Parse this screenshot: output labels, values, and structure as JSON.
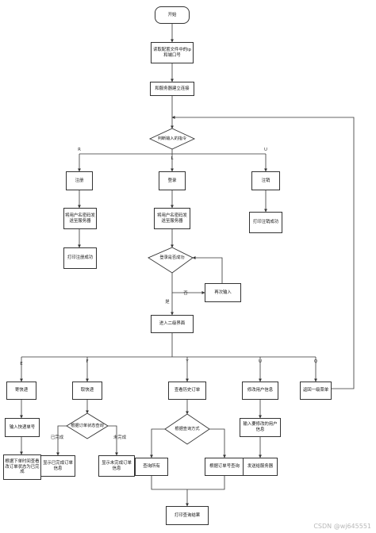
{
  "nodes": {
    "start": "开始",
    "read_config": "读取配置文件中的ip和端口号",
    "connect": "和服务器建立连接",
    "cmd": "判断输入的指令",
    "register": "注册",
    "send_reg": "将用户名密码发送至服务器",
    "print_reg": "打印注册成功",
    "login": "登录",
    "send_login": "将用户名密码发送至服务器",
    "login_ok": "登录是否成功",
    "retry": "再次输入",
    "logout": "注销",
    "print_logout": "打印注销成功",
    "enter_menu": "进入二级界面",
    "express": "寄快递",
    "input_no": "输入快递单号",
    "deliver": "根据下单时间查看改订单状态为已完成",
    "pickup": "取快递",
    "by_status": "根据订单状态查询",
    "show_done": "显示已完成订单信息",
    "show_undone": "显示未完成订单信息",
    "history": "查看历史订单",
    "by_query": "根据查询方式",
    "query_all": "查询所有",
    "query_no": "根据订单号查询",
    "modify": "修改用户信息",
    "input_new": "输入要修改的用户信息",
    "send_srv": "发送给服务器",
    "back": "返回一级菜单",
    "print_result": "打印查询结果"
  },
  "edge_labels": {
    "r": "R",
    "l": "L",
    "u": "U",
    "no": "否",
    "yes": "是",
    "e": "E",
    "f": "F",
    "y": "Y",
    "u2": "U",
    "q": "Q",
    "done": "已完成",
    "undone": "未完成"
  },
  "watermark": "CSDN @wj645551"
}
